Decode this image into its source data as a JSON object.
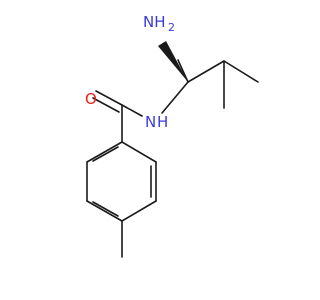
{
  "molecule": {
    "atoms": {
      "oxygen": "O",
      "amide_nitrogen": "N",
      "amide_hydrogen": "H",
      "amine_nitrogen": "NH",
      "amine_subscript": "2"
    },
    "colors": {
      "bond": "#1a1a1a",
      "oxygen": "#e8201a",
      "nitrogen": "#3a3adb"
    }
  }
}
